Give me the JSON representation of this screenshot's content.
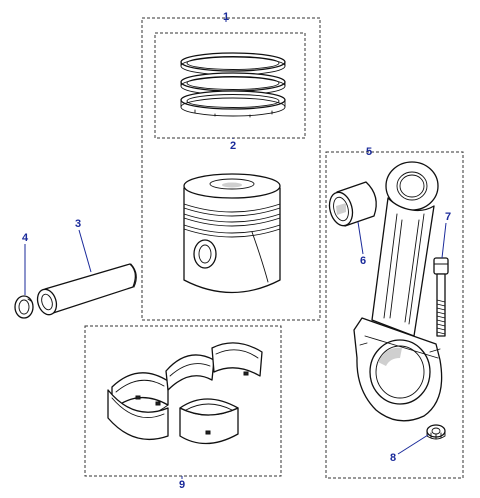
{
  "callouts": {
    "c1": "1",
    "c2": "2",
    "c3": "3",
    "c4": "4",
    "c5": "5",
    "c6": "6",
    "c7": "7",
    "c8": "8",
    "c9": "9"
  },
  "colors": {
    "callout": "#1a2a9a",
    "line": "#111111"
  },
  "icons": [
    "piston-ring-set",
    "piston",
    "piston-pin",
    "circlip",
    "connecting-rod",
    "small-end-bush",
    "rod-bolt",
    "rod-nut",
    "crankshaft-bearing-shells"
  ]
}
